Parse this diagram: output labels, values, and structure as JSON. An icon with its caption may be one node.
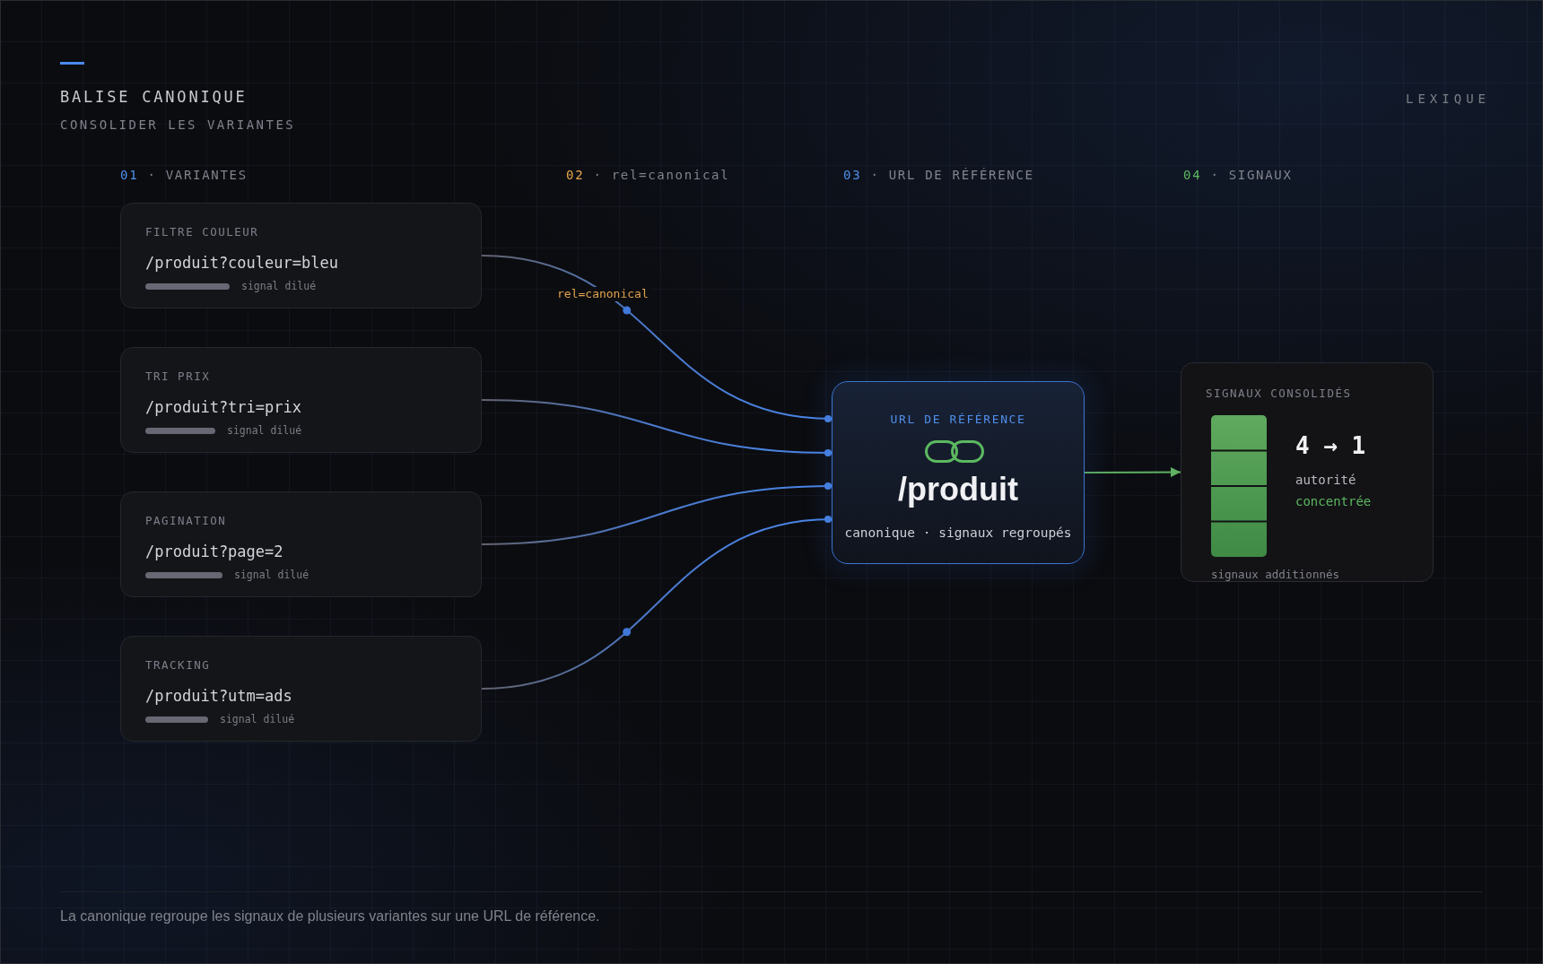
{
  "diagram": {
    "title": "BALISE CANONIQUE",
    "caption": "La canonique regroupe les signaux de plusieurs variantes sur une URL de référence.",
    "nodes": [
      {
        "text": [
          "FILTRE COULEUR",
          "/produit?couleur=bleu",
          "signal dilué"
        ]
      },
      {
        "text": [
          "TRI PRIX",
          "/produit?tri=prix",
          "signal dilué"
        ]
      },
      {
        "text": [
          "PAGINATION",
          "/produit?page=2",
          "signal dilué"
        ]
      },
      {
        "text": [
          "TRACKING",
          "/produit?utm=ads",
          "signal dilué"
        ]
      },
      {
        "text": [
          "URL DE RÉFÉRENCE",
          "/produit",
          "canonique · signaux regroupés"
        ]
      },
      {
        "text": [
          "SIGNAUX CONSOLIDÉS",
          "4 → 1",
          "autorité",
          "concentrée",
          "signaux additionnés"
        ]
      }
    ],
    "edges": [
      {
        "from": 0,
        "to": 4,
        "arrow": "other",
        "label": "rel=canonical"
      },
      {
        "from": 1,
        "to": 4,
        "arrow": "other"
      },
      {
        "from": 2,
        "to": 4,
        "arrow": "other"
      },
      {
        "from": 3,
        "to": 4,
        "arrow": "other"
      },
      {
        "from": 4,
        "to": 5,
        "arrow": "to",
        "color": "#5fb062"
      }
    ],
    "labels": [
      "CONSOLIDER LES VARIANTES",
      "LEXIQUE",
      "01 · VARIANTES",
      "02 · rel=canonical",
      "03 · URL DE RÉFÉRENCE",
      "04 · SIGNAUX"
    ]
  }
}
